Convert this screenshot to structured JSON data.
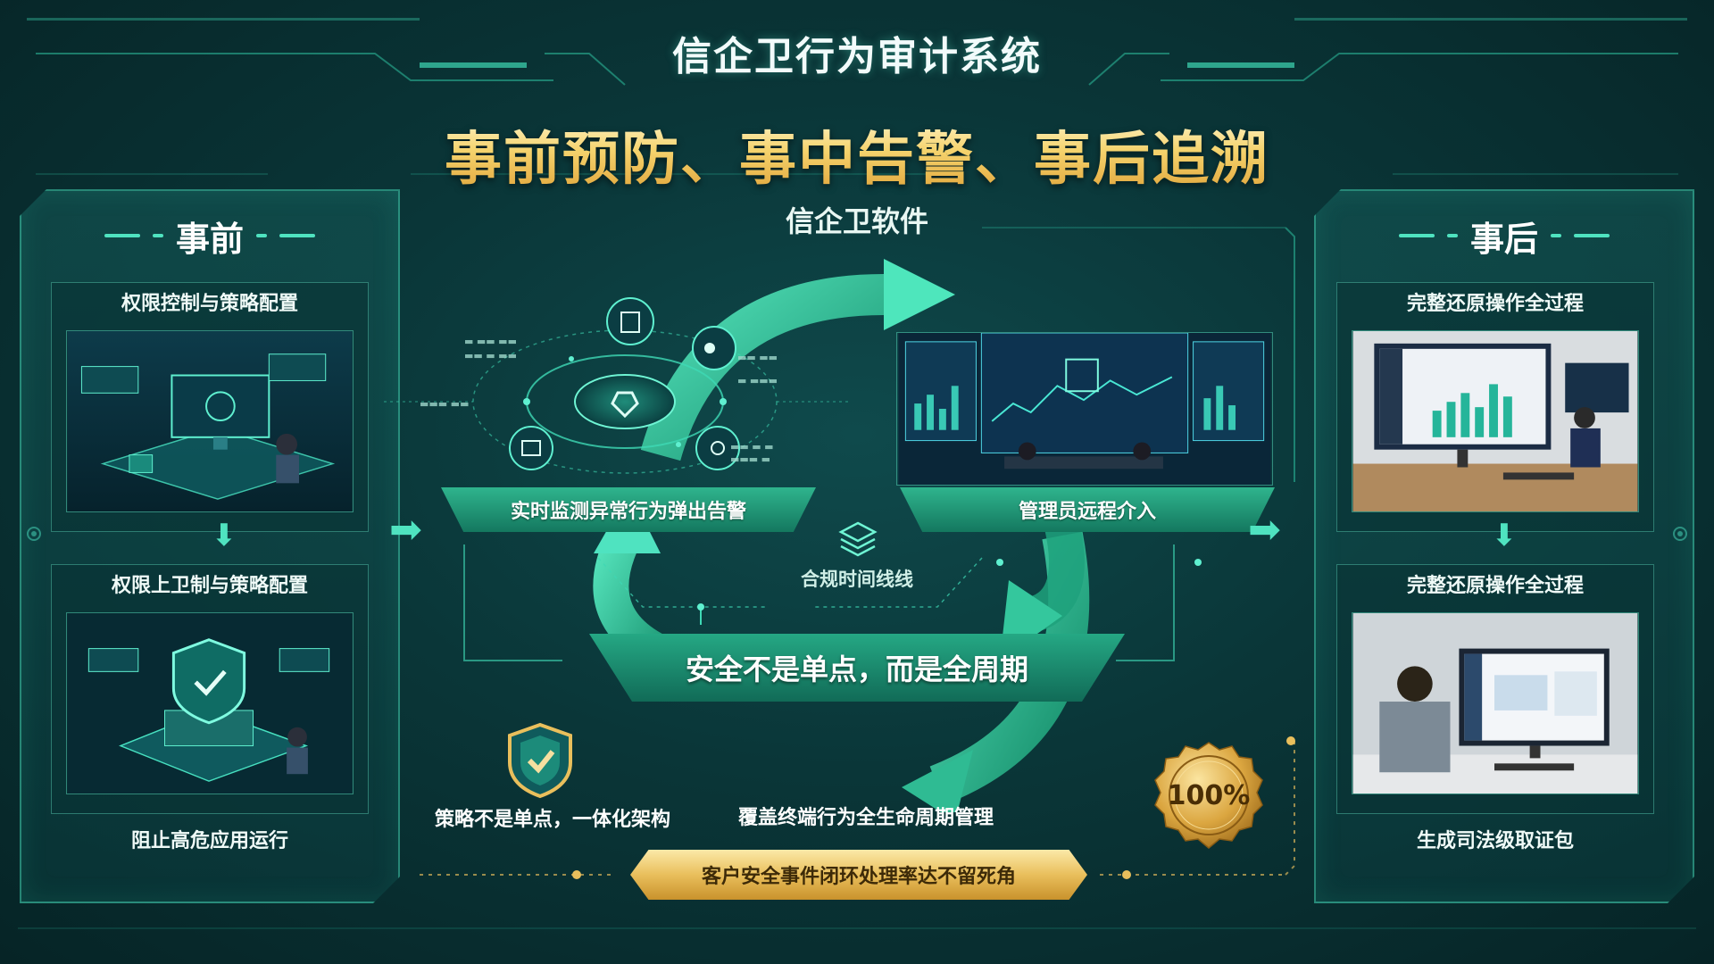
{
  "header": {
    "title": "信企卫行为审计系统",
    "main_heading": "事前预防、事中告警、事后追溯",
    "software": "信企卫软件"
  },
  "left_panel": {
    "heading": "事前",
    "card1_label": "权限控制与策略配置",
    "card2_label": "权限上卫制与策略配置",
    "card2_footer": "阻止高危应用运行"
  },
  "right_panel": {
    "heading": "事后",
    "card1_label": "完整还原操作全过程",
    "card2_label": "完整还原操作全过程",
    "card2_footer": "生成司法级取证包"
  },
  "center": {
    "ribbon_left": "实时监测异常行为弹出告警",
    "ribbon_right": "管理员远程介入",
    "timeline": "合规时间线线",
    "banner": "安全不是单点，而是全周期",
    "bottom_left": "策略不是单点，一体化架构",
    "bottom_middle": "覆盖终端行为全生命周期管理",
    "gold_banner": "客户安全事件闭环处理率达不留死角",
    "seal_value": "100%"
  },
  "colors": {
    "accent": "#4fe3c0",
    "panel_border": "#40c8aa",
    "gold": "#e9bf5c",
    "background": "#0a3638"
  }
}
